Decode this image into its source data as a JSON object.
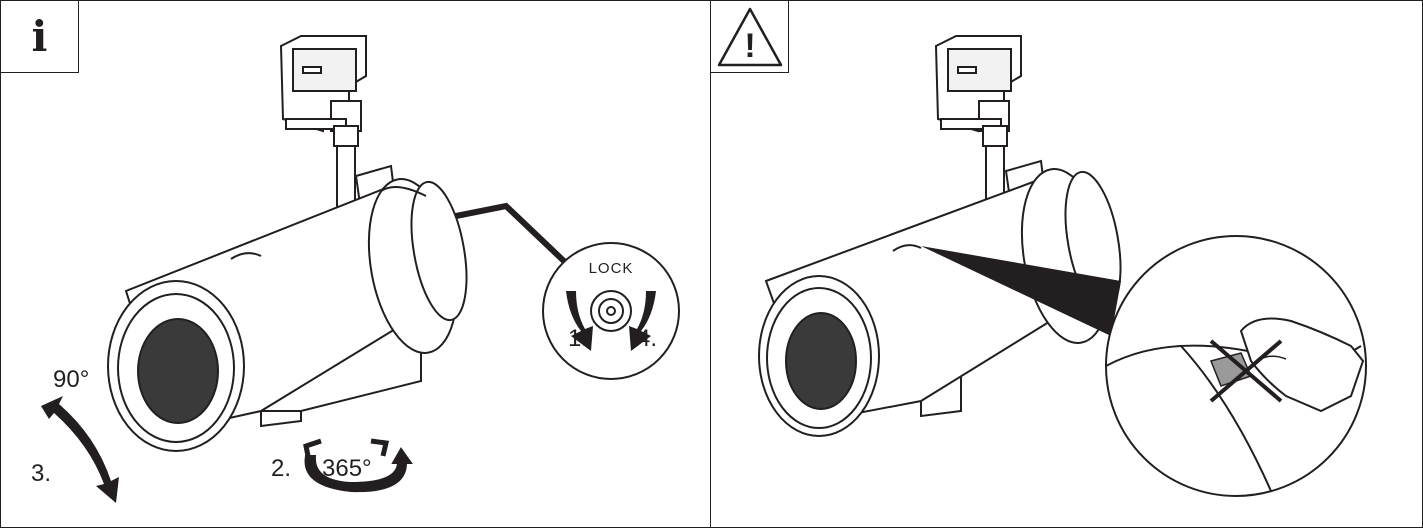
{
  "left_panel": {
    "badge_symbol": "i",
    "detail_lock_text": "LOCK",
    "step_lock_first": "1.",
    "step_lock_last": "4.",
    "tilt_angle": "90°",
    "tilt_step": "3.",
    "rotate_step": "2.",
    "rotate_angle": "365°"
  },
  "right_panel": {
    "badge_symbol": "!"
  },
  "colors": {
    "line": "#231f20",
    "fill": "#ffffff",
    "lens": "#3a3a3a"
  }
}
